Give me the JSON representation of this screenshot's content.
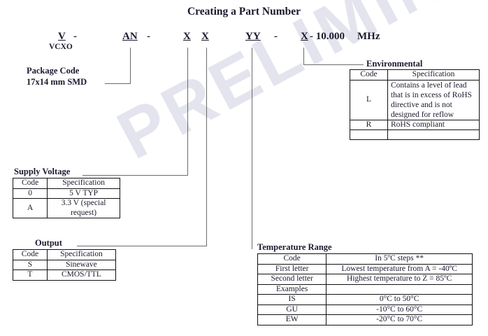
{
  "document": {
    "title": "Creating a Part Number",
    "watermark": "PRELIMINARY"
  },
  "part_number": {
    "segments": [
      {
        "code": "V",
        "dash": "-"
      },
      {
        "code": "AN",
        "dash": "-"
      },
      {
        "code": "X",
        "dash": ""
      },
      {
        "code": "X",
        "dash": ""
      },
      {
        "code": "YY",
        "dash": "-"
      },
      {
        "code": "X",
        "dash": ""
      }
    ],
    "code_v": "V",
    "dash_1": "-",
    "sub_v": "VCXO",
    "code_an": "AN",
    "dash_2": "-",
    "code_x1": "X",
    "code_x2": "X",
    "code_yy": "YY",
    "dash_3": "-",
    "code_env": "X",
    "frequency": "- 10.000",
    "frequency_unit": "MHz"
  },
  "package": {
    "caption_line1": "Package Code",
    "caption_line2": "17x14 mm SMD"
  },
  "environmental": {
    "caption": "Environmental",
    "headers": [
      "Code",
      "Specification"
    ],
    "rows": [
      {
        "code": "L",
        "spec": "Contains a level of lead that is in excess of RoHS directive and is not designed for reflow"
      },
      {
        "code": "R",
        "spec": "RoHS compliant"
      }
    ]
  },
  "supply_voltage": {
    "caption": "Supply Voltage",
    "headers": [
      "Code",
      "Specification"
    ],
    "rows": [
      {
        "code": "0",
        "spec": "5 V TYP"
      },
      {
        "code": "A",
        "spec": "3.3 V (special request)"
      }
    ]
  },
  "output": {
    "caption": "Output",
    "headers": [
      "Code",
      "Specification"
    ],
    "rows": [
      {
        "code": "S",
        "spec": "Sinewave"
      },
      {
        "code": "T",
        "spec": "CMOS/TTL"
      }
    ]
  },
  "temperature_range": {
    "caption": "Temperature Range",
    "headers": [
      "Code",
      "In 5ºC steps **"
    ],
    "rows": [
      {
        "code": "First letter",
        "spec": "Lowest temperature from A = -40ºC"
      },
      {
        "code": "Second letter",
        "spec": "Highest temperature to Z = 85ºC"
      },
      {
        "code": "Examples",
        "spec": ""
      },
      {
        "code": "IS",
        "spec": "0°C to 50°C"
      },
      {
        "code": "GU",
        "spec": "-10°C to 60°C"
      },
      {
        "code": "EW",
        "spec": "-20°C to 70°C"
      }
    ]
  }
}
